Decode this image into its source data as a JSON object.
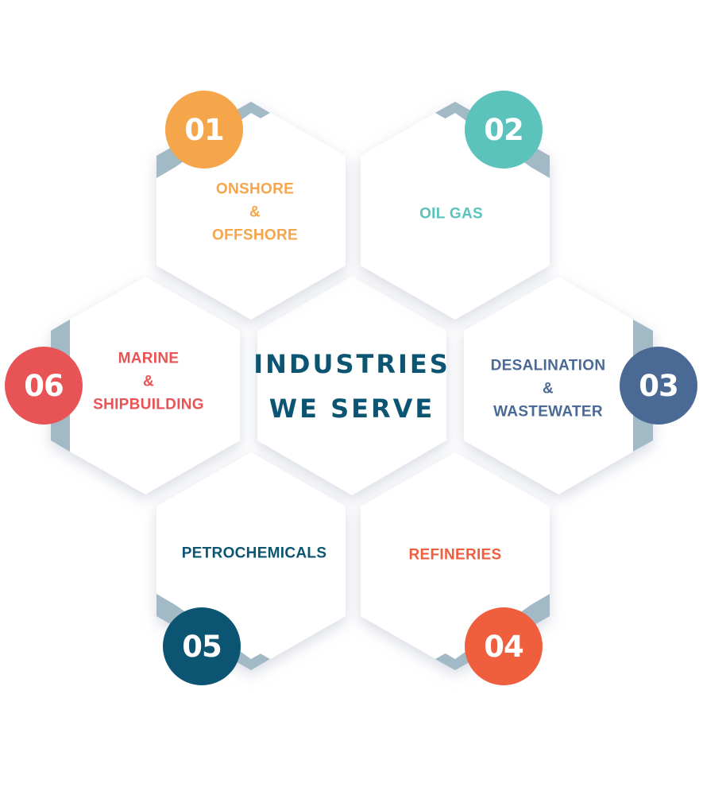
{
  "title": {
    "line1": "INDUSTRIES",
    "line2": "WE SERVE",
    "color": "#0b5573"
  },
  "accent_strip_color": "#a2bac6",
  "industries": [
    {
      "number": "01",
      "lines": [
        "ONSHORE",
        "&",
        "OFFSHORE"
      ],
      "color": "#f5a54a"
    },
    {
      "number": "02",
      "lines": [
        "OIL GAS"
      ],
      "color": "#5bc3bb"
    },
    {
      "number": "03",
      "lines": [
        "DESALINATION",
        "&",
        "WASTEWATER"
      ],
      "color": "#4a6a95"
    },
    {
      "number": "04",
      "lines": [
        "REFINERIES"
      ],
      "color": "#ef5e3d"
    },
    {
      "number": "05",
      "lines": [
        "PETROCHEMICALS"
      ],
      "color": "#0b5573"
    },
    {
      "number": "06",
      "lines": [
        "MARINE",
        "&",
        "SHIPBUILDING"
      ],
      "color": "#e85455"
    }
  ]
}
